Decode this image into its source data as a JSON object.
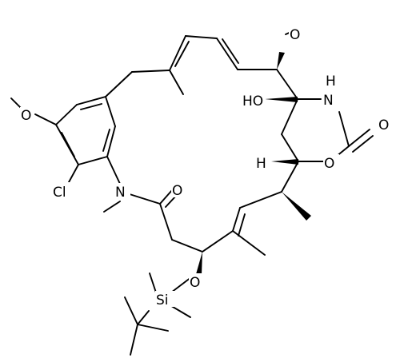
{
  "structure": {
    "atoms": {
      "O1": "O",
      "Cl": "Cl",
      "N1": "N",
      "O2": "O",
      "O3": "O",
      "Si": "Si",
      "O4": "O",
      "HO": "HO",
      "NH": "N",
      "H_nh": "H",
      "O5": "O",
      "O6": "O",
      "H": "H"
    }
  },
  "colors": {
    "ink": "#000000",
    "background": "#ffffff"
  }
}
